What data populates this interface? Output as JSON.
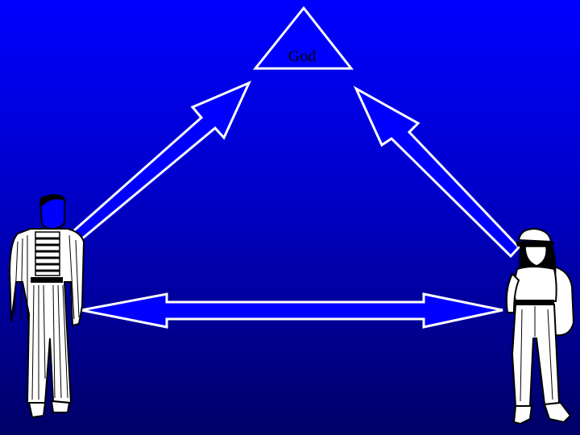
{
  "diagram": {
    "apex_label": "God",
    "nodes": [
      {
        "id": "god",
        "label": "God",
        "icon": "triangle-icon"
      },
      {
        "id": "man",
        "label": "",
        "icon": "man-figure-icon"
      },
      {
        "id": "woman",
        "label": "",
        "icon": "woman-figure-icon"
      }
    ],
    "edges": [
      {
        "from": "man",
        "to": "god",
        "arrow": "single"
      },
      {
        "from": "woman",
        "to": "god",
        "arrow": "single"
      },
      {
        "from": "man",
        "to": "woman",
        "arrow": "double"
      }
    ]
  },
  "colors": {
    "background_top": "#0000ff",
    "background_bottom": "#000066",
    "arrow_fill": "#0000ff",
    "arrow_stroke": "#ffffff",
    "triangle_fill": "#0000ff",
    "figure_fill": "#ffffff",
    "figure_ink": "#000000",
    "label_color": "#000000"
  }
}
